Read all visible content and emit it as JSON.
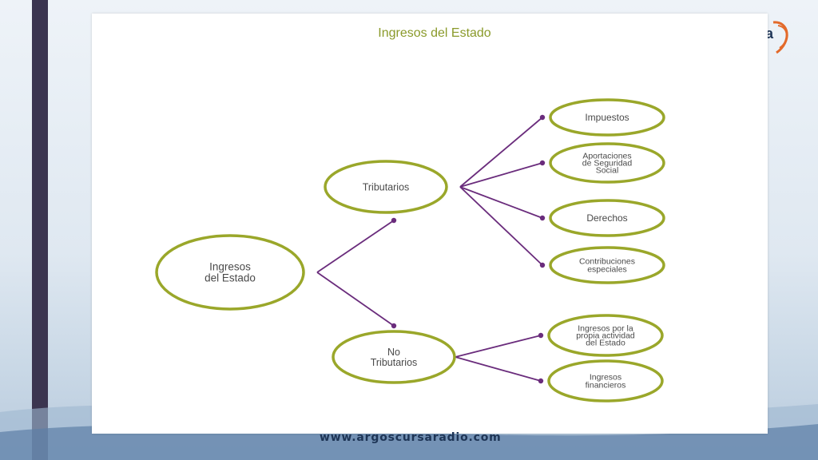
{
  "diagram": {
    "title": "Ingresos del Estado",
    "root": {
      "label_lines": [
        "Ingresos",
        "del Estado"
      ]
    },
    "branches": [
      {
        "label_lines": [
          "Tributarios"
        ],
        "children": [
          {
            "label_lines": [
              "Impuestos"
            ]
          },
          {
            "label_lines": [
              "Aportaciones",
              "de Seguridad",
              "Social"
            ]
          },
          {
            "label_lines": [
              "Derechos"
            ]
          },
          {
            "label_lines": [
              "Contribuciones",
              "especiales"
            ]
          }
        ]
      },
      {
        "label_lines": [
          "No",
          "Tributarios"
        ],
        "children": [
          {
            "label_lines": [
              "Ingresos por la",
              "propia actividad",
              "del Estado"
            ]
          },
          {
            "label_lines": [
              "Ingresos",
              "financieros"
            ]
          }
        ]
      }
    ],
    "colors": {
      "node_border": "#9aa72a",
      "connector": "#6a2c7c",
      "title": "#8a9a2a",
      "text": "#4a4a4a"
    }
  },
  "footer": {
    "url": "www.argoscursaradio.com"
  },
  "logo": {
    "letter": "a"
  }
}
